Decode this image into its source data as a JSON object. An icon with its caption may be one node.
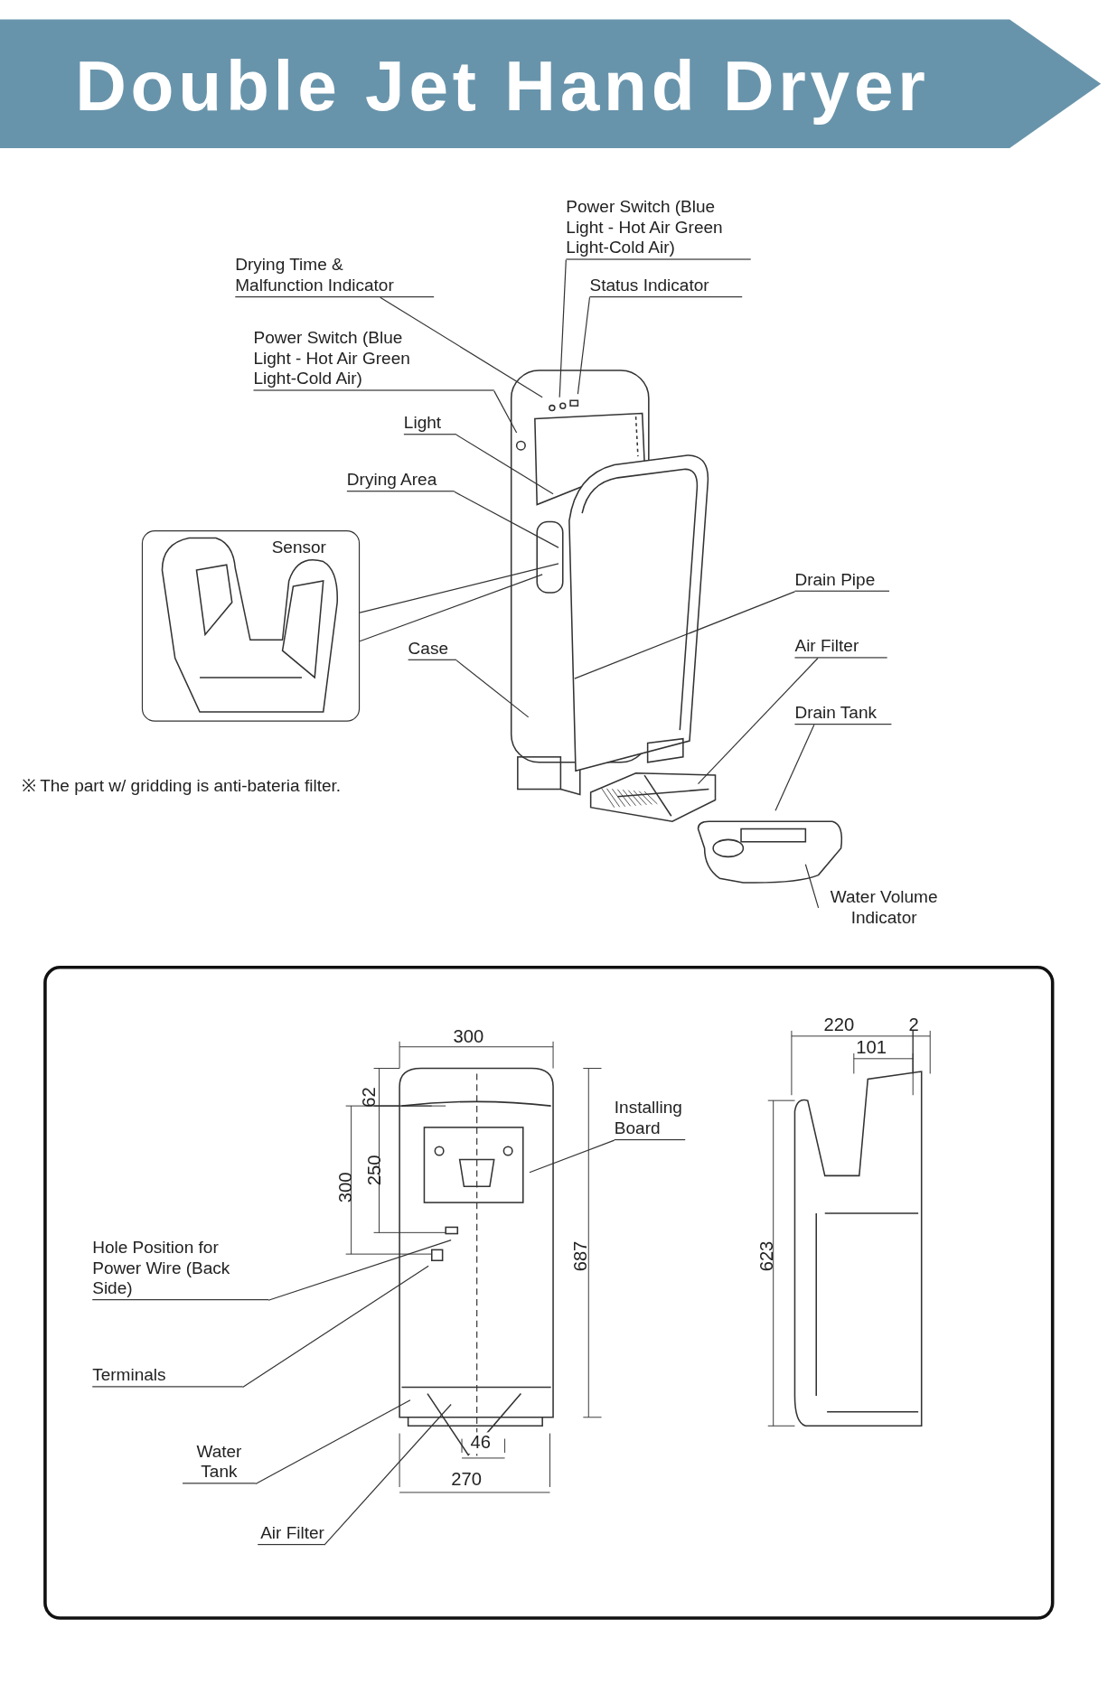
{
  "diagram": {
    "title": "Double Jet Hand Dryer",
    "nodes": [
      {
        "text": [
          "Power Switch (Blue Light - Hot Air Green Light-Cold Air)"
        ]
      },
      {
        "text": [
          "Drying Time & Malfunction Indicator"
        ]
      },
      {
        "text": [
          "Status Indicator"
        ]
      },
      {
        "text": [
          "Power Switch (Blue Light - Hot Air Green Light-Cold Air)"
        ]
      },
      {
        "text": [
          "Light"
        ]
      },
      {
        "text": [
          "Drying Area"
        ]
      },
      {
        "text": [
          "Sensor"
        ]
      },
      {
        "text": [
          "Drain Pipe"
        ]
      },
      {
        "text": [
          "Air Filter"
        ]
      },
      {
        "text": [
          "Case"
        ]
      },
      {
        "text": [
          "Drain Tank"
        ]
      },
      {
        "text": [
          "Water Volume Indicator"
        ]
      },
      {
        "text": [
          "Installing Board"
        ]
      },
      {
        "text": [
          "Hole Position for Power Wire (Back Side)"
        ]
      },
      {
        "text": [
          "Terminals"
        ]
      },
      {
        "text": [
          "Water Tank"
        ]
      },
      {
        "text": [
          "Air Filter"
        ]
      }
    ],
    "edges": [
      {
        "from": 0,
        "to": null,
        "arrow": "none"
      },
      {
        "from": 1,
        "to": null,
        "arrow": "none"
      },
      {
        "from": 2,
        "to": null,
        "arrow": "none"
      },
      {
        "from": 3,
        "to": null,
        "arrow": "none"
      },
      {
        "from": 4,
        "to": null,
        "arrow": "none"
      },
      {
        "from": 5,
        "to": null,
        "arrow": "none"
      },
      {
        "from": 6,
        "to": null,
        "arrow": "none"
      },
      {
        "from": 6,
        "to": null,
        "arrow": "none"
      },
      {
        "from": 7,
        "to": null,
        "arrow": "none"
      },
      {
        "from": 8,
        "to": null,
        "arrow": "none"
      },
      {
        "from": 9,
        "to": null,
        "arrow": "none"
      },
      {
        "from": 10,
        "to": null,
        "arrow": "none"
      },
      {
        "from": 11,
        "to": null,
        "arrow": "none"
      },
      {
        "from": 12,
        "to": null,
        "arrow": "none"
      },
      {
        "from": 13,
        "to": null,
        "arrow": "none"
      },
      {
        "from": 14,
        "to": null,
        "arrow": "none"
      },
      {
        "from": 15,
        "to": null,
        "arrow": "none"
      },
      {
        "from": 16,
        "to": null,
        "arrow": "none"
      }
    ],
    "labels": [
      "※ The part w/ gridding is anti-bateria filter.",
      "300",
      "220",
      "2",
      "101",
      "62",
      "250",
      "300",
      "687",
      "623",
      "46",
      "270"
    ]
  }
}
